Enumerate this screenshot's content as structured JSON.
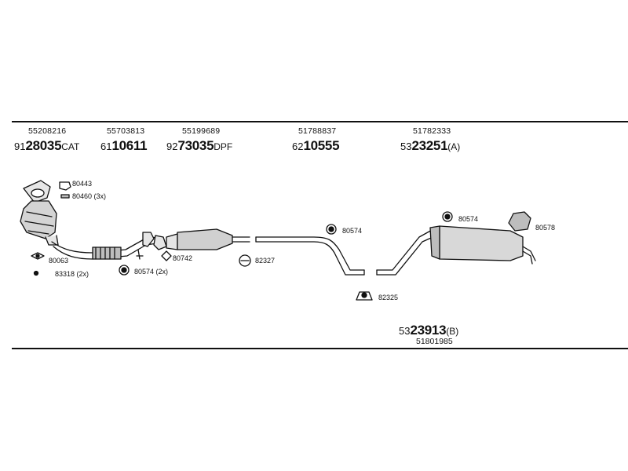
{
  "header_parts": [
    {
      "oe": "55208216",
      "prefix": "91",
      "main": "28035",
      "suffix": "CAT"
    },
    {
      "oe": "55703813",
      "prefix": "61",
      "main": "10611",
      "suffix": ""
    },
    {
      "oe": "55199689",
      "prefix": "92",
      "main": "73035",
      "suffix": "DPF"
    },
    {
      "oe": "51788837",
      "prefix": "62",
      "main": "10555",
      "suffix": ""
    },
    {
      "oe": "51782333",
      "prefix": "53",
      "main": "23251",
      "suffix": "(A)"
    }
  ],
  "bottom_part": {
    "prefix": "53",
    "main": "23913",
    "suffix": "(B)",
    "oe": "51801985"
  },
  "labels": {
    "l80443": "80443",
    "l80460": "80460 (3x)",
    "l80063": "80063",
    "l83318": "83318 (2x)",
    "l80574_2x": "80574 (2x)",
    "l80742": "80742",
    "l82327": "82327",
    "l80574_a": "80574",
    "l82325": "82325",
    "l80574_b": "80574",
    "l80578": "80578"
  },
  "colors": {
    "line": "#111111",
    "fill_light": "#e6e6e6",
    "fill_mid": "#bdbdbd"
  }
}
